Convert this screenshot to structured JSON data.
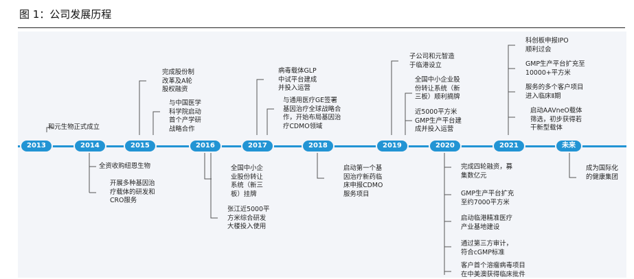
{
  "figure": {
    "title": "图 1：公司发展历程"
  },
  "timeline": {
    "years": [
      "2013",
      "2014",
      "2015",
      "2016",
      "2017",
      "2018",
      "2019",
      "2020",
      "2021",
      "未来"
    ],
    "events": {
      "e2013_1": "和元生物正式成立",
      "e2014_1": "全资收购纽恩生物",
      "e2014_2": "开展多种基因治\n疗载体的研发和\nCRO服务",
      "e2015_1": "完成股份制\n改革及A轮\n股权融资",
      "e2015_2": "与中国医学\n科学院启动\n首个产学研\n战略合作",
      "e2016_1": "全国中小企\n业股份转让\n系统（新三\n板）挂牌",
      "e2016_2": "张江近5000平\n方米综合研发\n大楼投入使用",
      "e2017_1": "病毒载体GLP\n中试平台建成\n并投入运营",
      "e2017_2": "与通用医疗GE签署\n基因治疗全球战略合\n作，开始布局基因治\n疗CDMO领域",
      "e2018_1": "启动第一个基\n因治疗新药临\n床申报CDMO\n服务项目",
      "e2019_1": "子公司和元智造\n于临港设立",
      "e2019_2": "全国中小企业股\n份转让系统（新\n三板）顺利摘牌",
      "e2019_3": "近5000平方米\nGMP生产平台建\n成并投入运营",
      "e2020_1": "完成四轮融资，募\n集数亿元",
      "e2020_2": "GMP生产平台扩充\n至约7000平方米",
      "e2020_3": "启动临港精准医疗\n产业基地建设",
      "e2020_4": "通过第三方审计，\n符合cGMP标准",
      "e2020_5": "客户首个溶瘤病毒项目\n在中美澳获得临床批件",
      "e2021_1": "科创板申报IPO\n顺利过会",
      "e2021_2": "GMP生产平台扩充至\n10000+平方米",
      "e2021_3": "服务的多个客户项目\n进入临床Ⅱ期",
      "e2021_4": "启动AAVneO载体\n筛选，初步获得若\n干新型载体",
      "future_1": "成为国际化\n的健康集团"
    }
  }
}
